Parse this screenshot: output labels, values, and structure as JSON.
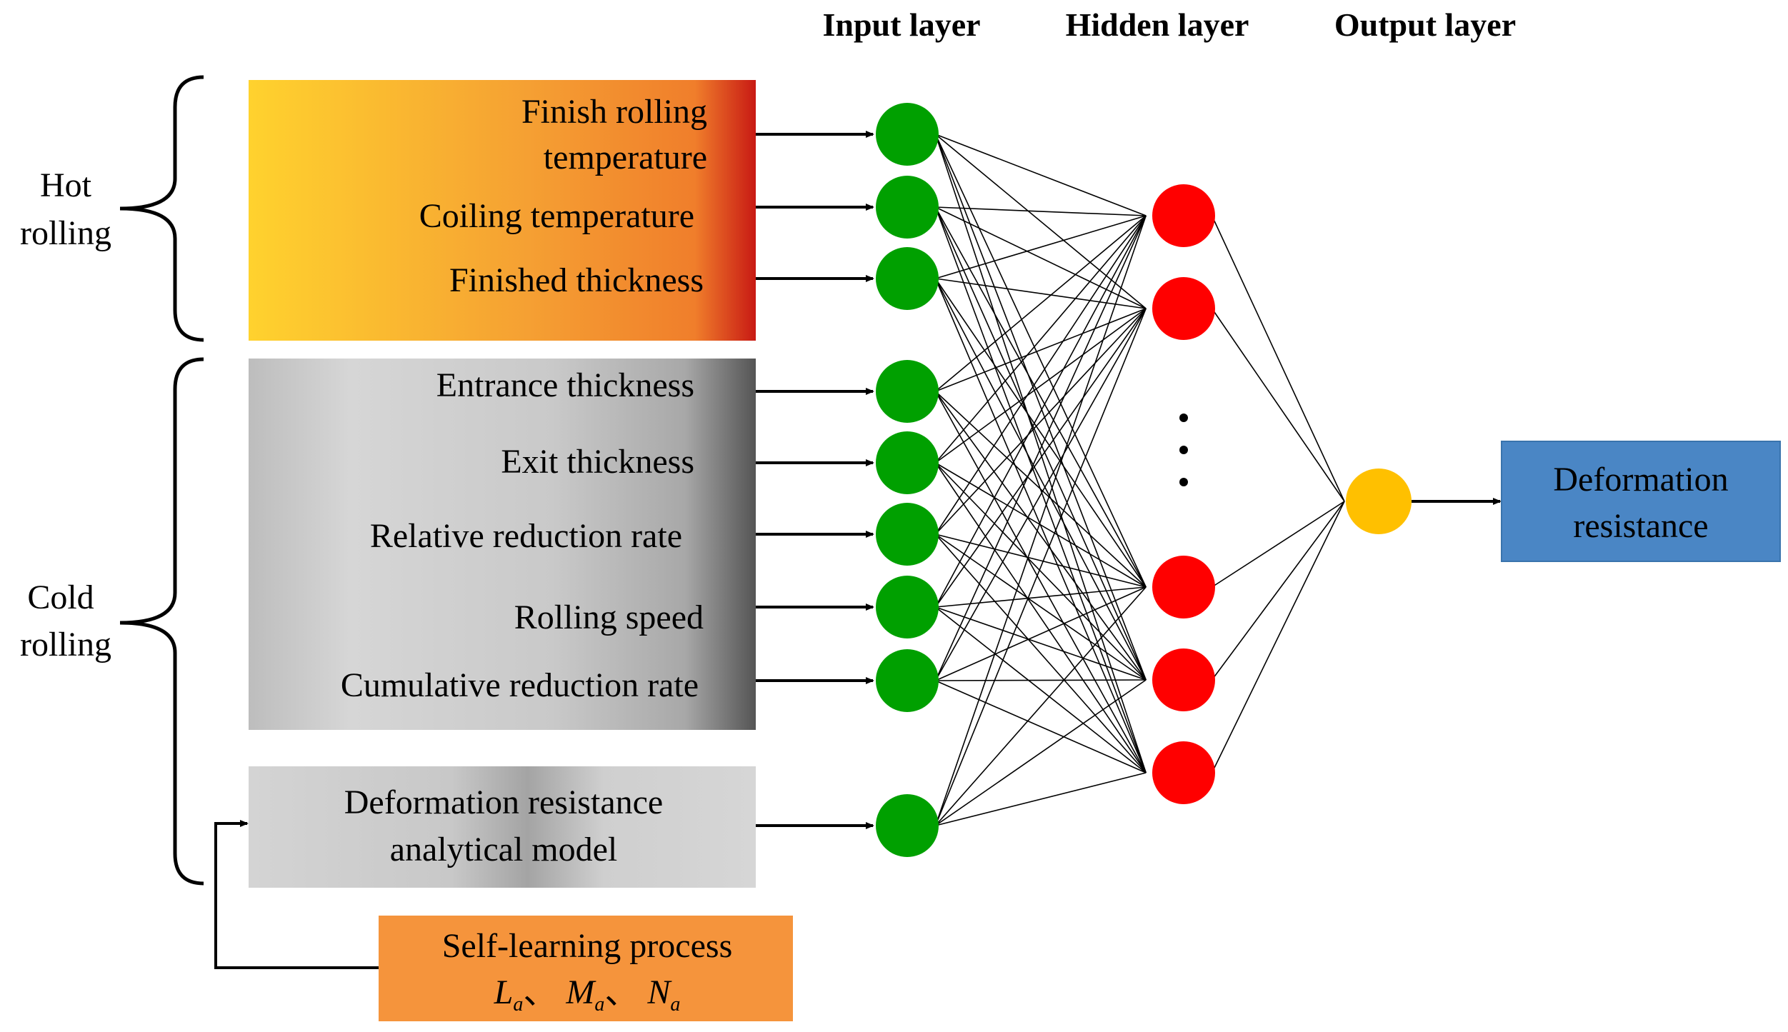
{
  "headers": {
    "input": "Input  layer",
    "hidden": "Hidden layer",
    "output": "Output layer"
  },
  "groups": {
    "hot": {
      "line1": "Hot",
      "line2": "rolling"
    },
    "cold": {
      "line1": "Cold",
      "line2": "rolling"
    }
  },
  "hot_inputs": [
    "Finish rolling",
    "temperature",
    "Coiling temperature",
    "Finished thickness"
  ],
  "cold_inputs": [
    "Entrance  thickness",
    "Exit thickness",
    "Relative reduction rate",
    "Rolling speed",
    "Cumulative  reduction rate"
  ],
  "model_box": {
    "line1": "Deformation resistance",
    "line2": "analytical model"
  },
  "self_learning": {
    "line1": "Self-learning process",
    "params": [
      {
        "base": "L",
        "sub": "a"
      },
      {
        "base": "M",
        "sub": "a"
      },
      {
        "base": "N",
        "sub": "a"
      }
    ],
    "separator": "、"
  },
  "output_box": {
    "line1": "Deformation",
    "line2": "resistance"
  },
  "colors": {
    "input_node": "#00a000",
    "hidden_node": "#ff0000",
    "output_node": "#ffc000",
    "output_box": "#4a86c5",
    "self_learning_box": "#f5943c"
  }
}
